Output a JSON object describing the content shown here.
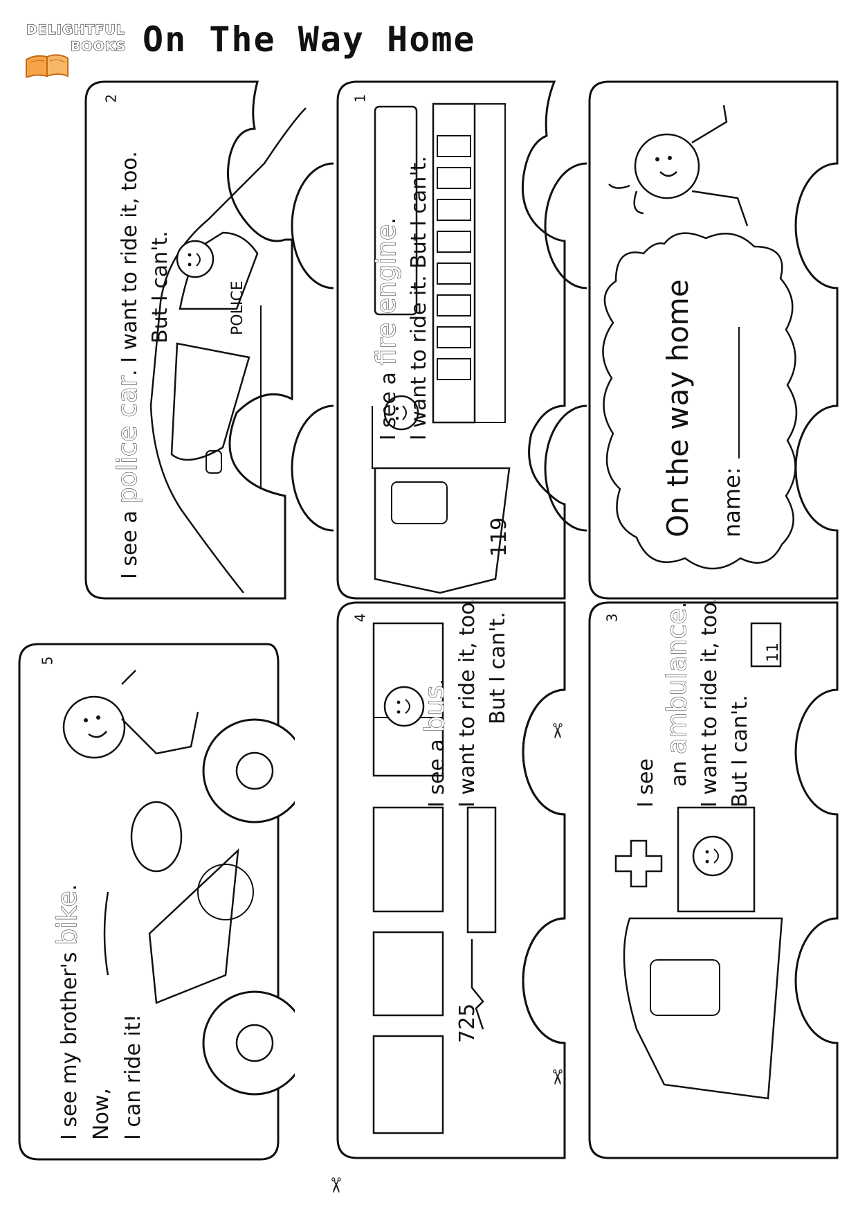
{
  "header": {
    "logo_line1": "DELIGHTFUL",
    "logo_line2": "BOOKS",
    "title": "On The Way Home"
  },
  "cover": {
    "title": "On the way home",
    "name_label": "name:"
  },
  "pages": [
    {
      "number": "1",
      "line1_pre": "I see a ",
      "vehicle": "fire engine",
      "line1_post": ".",
      "line2": "I want to ride it.  But I can't.",
      "line3": ""
    },
    {
      "number": "2",
      "line1_pre": "I see a ",
      "vehicle": "police car",
      "line1_post": ".  I want to ride it, too.",
      "line2": "But I can't.",
      "line3": ""
    },
    {
      "number": "3",
      "line1_pre": "I see",
      "vehicle": "ambulance",
      "an": "an ",
      "line1_post": ".",
      "line2": "I want to ride it, too.",
      "line3": "But I can't."
    },
    {
      "number": "4",
      "line1_pre": "I see a ",
      "vehicle": "bus",
      "line1_post": ".",
      "line2": "I want to ride it, too.",
      "line3": "But I can't."
    },
    {
      "number": "5",
      "line1_pre": "I see my brother's ",
      "vehicle": "bike",
      "line1_post": ".",
      "line2": "Now,",
      "line3": "I can ride it!"
    }
  ],
  "illustration_labels": {
    "police": "POLICE",
    "fire_engine_number": "119",
    "bus_number": "725",
    "ambulance_number": "11"
  },
  "icons": [
    "scissors-icon",
    "book-icon",
    "smiley-face-icon"
  ]
}
